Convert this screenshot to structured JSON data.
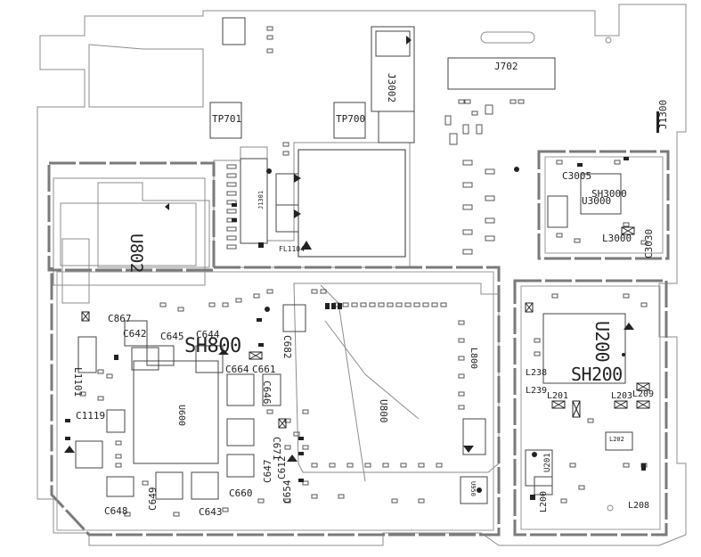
{
  "board": {
    "outline_color": "#8c8c8c",
    "shield_color": "#7a7a7a",
    "component_color": "#444444"
  },
  "labels": {
    "J702": "J702",
    "J3002": "J3002",
    "J1300": "J1300",
    "TP701": "TP701",
    "TP700": "TP700",
    "U802": "U802",
    "SH800": "SH800",
    "U800": "U800",
    "U600": "U600",
    "SH3000": "SH3000",
    "U3000": "U3000",
    "SH200": "SH200",
    "U200": "U200",
    "C867": "C867",
    "C642": "C642",
    "C645": "C645",
    "C644": "C644",
    "C664": "C664",
    "C661": "C661",
    "C682": "C682",
    "C646": "C646",
    "C671": "C671",
    "C612": "C612",
    "C647": "C647",
    "C654": "C654",
    "C660": "C660",
    "C648": "C648",
    "C649": "C649",
    "C643": "C643",
    "L1101": "L1101",
    "C1119": "C1119",
    "L800": "L800",
    "C3005": "C3005",
    "L3000": "L3000",
    "C3030": "C3030",
    "L238": "L238",
    "L239": "L239",
    "L201": "L201",
    "L203": "L203",
    "L209": "L209",
    "U201": "U201",
    "L200": "L200",
    "L208": "L208",
    "FL1104": "FL1104",
    "J1301": "J1301",
    "U950": "U950",
    "L202": "L202"
  }
}
